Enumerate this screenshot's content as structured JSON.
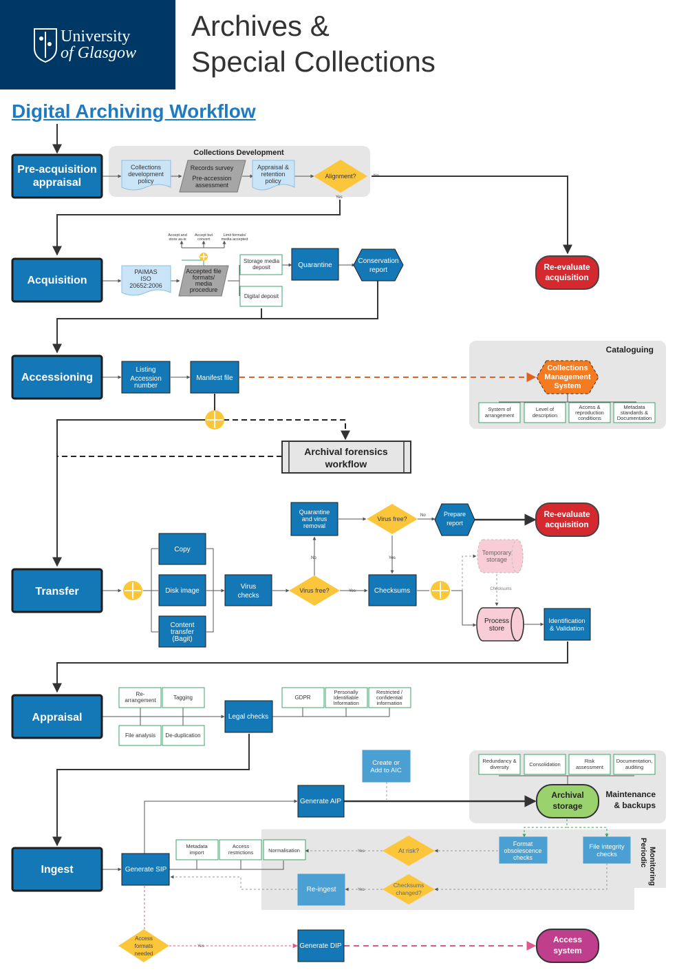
{
  "header": {
    "logo_line1": "University",
    "logo_line2": "of Glasgow",
    "title_line1": "Archives &",
    "title_line2": "Special Collections"
  },
  "subtitle": "Digital Archiving Workflow",
  "colors": {
    "stage_blue": "#1478b6",
    "dark_border": "#1d1d1b",
    "panel_grey": "#e6e6e6",
    "doc_blue": "#c9e4f7",
    "process_grey": "#a6a6a6",
    "decision_yellow": "#fbc63a",
    "red_terminal": "#d42a2f",
    "orange_cms": "#f47b20",
    "green_storage": "#9ad36e",
    "green_line": "#3aa36a",
    "pink_store": "#f8cdd8",
    "magenta": "#bf3f8d",
    "magenta_line": "#e0588c",
    "orange_line": "#e0601f"
  },
  "stages": {
    "pre_acq": [
      "Pre-acquisition",
      "appraisal"
    ],
    "acquisition": "Acquisition",
    "accessioning": "Accessioning",
    "transfer": "Transfer",
    "appraisal": "Appraisal",
    "ingest": "Ingest"
  },
  "collections_dev": {
    "title": "Collections Development",
    "cdp": [
      "Collections",
      "development",
      "policy"
    ],
    "survey_1": "Records survey",
    "survey_2": [
      "Pre-accession",
      "assessment"
    ],
    "retention": [
      "Appraisal &",
      "retention",
      "policy"
    ],
    "alignment": "Alignment?",
    "no": "No",
    "yes": "Yes"
  },
  "reeval": [
    "Re-evaluate",
    "acquisition"
  ],
  "acquisition_row": {
    "paimas": [
      "PAIMAS",
      "ISO",
      "20652:2006"
    ],
    "accepted": [
      "Accepted file",
      "formats/",
      "media",
      "procedure"
    ],
    "opt1": [
      "Accept and",
      "store as-is"
    ],
    "opt2": [
      "Accept but",
      "convert"
    ],
    "opt3": [
      "Limit formats/",
      "media accepted"
    ],
    "storage_media": [
      "Storage media",
      "deposit"
    ],
    "digital_deposit": "Digital deposit",
    "quarantine": "Quarantine",
    "conservation": [
      "Conservation",
      "report"
    ]
  },
  "accessioning_row": {
    "listing": [
      "Listing",
      "Accession",
      "number"
    ],
    "manifest": "Manifest file",
    "cataloguing": "Cataloguing",
    "cms": [
      "Collections",
      "Management",
      "System"
    ],
    "cat1": [
      "System of",
      "arrangement"
    ],
    "cat2": [
      "Level of",
      "description"
    ],
    "cat3": [
      "Access &",
      "reproduction",
      "conditions"
    ],
    "cat4": [
      "Metadata",
      "standards &",
      "Documentation"
    ],
    "forensics": [
      "Archival forensics",
      "workflow"
    ]
  },
  "transfer_row": {
    "copy": "Copy",
    "disk_image": "Disk image",
    "content_transfer": [
      "Content",
      "transfer",
      "(Bagit)"
    ],
    "virus_checks": [
      "Virus",
      "checks"
    ],
    "virus_free": "Virus free?",
    "yes": "Yes",
    "no": "No",
    "quarantine_removal": [
      "Quarantine",
      "and virus",
      "removal"
    ],
    "virus_free2": "Virus free?",
    "no2": "No",
    "yes2": "Yes",
    "prepare_report": [
      "Prepare",
      "report"
    ],
    "checksums": "Checksums",
    "temp_storage": [
      "Temporary",
      "storage"
    ],
    "checksums_label": "Checksums",
    "process_store": [
      "Process",
      "store"
    ],
    "identification": [
      "Identification",
      "& Validation"
    ]
  },
  "appraisal_row": {
    "rearrangement": [
      "Re-",
      "arrangement"
    ],
    "tagging": "Tagging",
    "file_analysis": "File analysis",
    "deduplication": "De-duplication",
    "legal": "Legal checks",
    "gdpr": "GDPR",
    "pii": [
      "Personally",
      "Identifiable",
      "Information"
    ],
    "restricted": [
      "Restricted /",
      "confidential",
      "information"
    ]
  },
  "ingest_row": {
    "create_aic": [
      "Create or",
      "Add to AIC"
    ],
    "generate_aip": "Generate AIP",
    "generate_sip": "Generate SIP",
    "generate_dip": "Generate DIP",
    "archival_storage": [
      "Archival",
      "storage"
    ],
    "maintenance": [
      "Maintenance",
      "& backups"
    ],
    "m1": [
      "Redundancy &",
      "diversity"
    ],
    "m2": "Consolidation",
    "m3": [
      "Risk",
      "assessment"
    ],
    "m4": [
      "Documentation,",
      "auditing"
    ],
    "metadata_import": [
      "Metadata",
      "import"
    ],
    "access_restrictions": [
      "Access",
      "restrictions"
    ],
    "normalisation": "Normalisation",
    "at_risk": "At risk?",
    "yes_a": "Yes",
    "format_obs": [
      "Format",
      "obsolescence",
      "checks"
    ],
    "file_integrity": [
      "File integrity",
      "checks"
    ],
    "periodic": [
      "Periodic",
      "Monitoring"
    ],
    "reingest": "Re-ingest",
    "yes_b": "Yes",
    "checksums_changed": [
      "Checksums",
      "changed?"
    ],
    "access_formats": [
      "Access",
      "formats",
      "needed"
    ],
    "yes_c": "Yes",
    "access_system": [
      "Access",
      "system"
    ]
  }
}
